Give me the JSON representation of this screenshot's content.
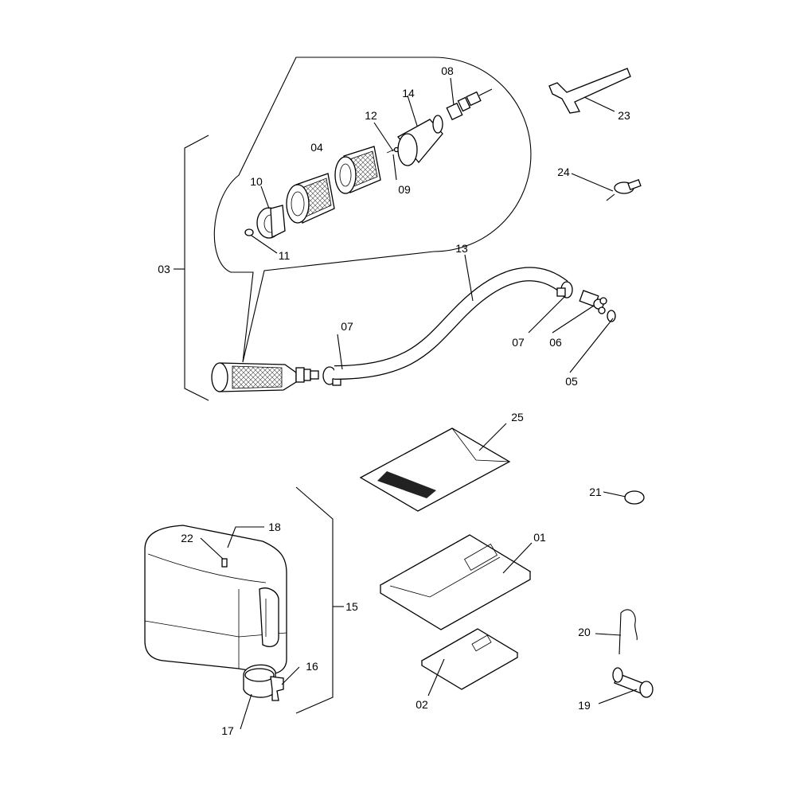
{
  "callouts": {
    "c01": "01",
    "c02": "02",
    "c03": "03",
    "c04": "04",
    "c05": "05",
    "c06": "06",
    "c07a": "07",
    "c07b": "07",
    "c08": "08",
    "c09": "09",
    "c10": "10",
    "c11": "11",
    "c12": "12",
    "c13": "13",
    "c14": "14",
    "c15": "15",
    "c16": "16",
    "c17": "17",
    "c18": "18",
    "c19": "19",
    "c20": "20",
    "c21": "21",
    "c22": "22",
    "c23": "23",
    "c24": "24",
    "c25": "25"
  }
}
